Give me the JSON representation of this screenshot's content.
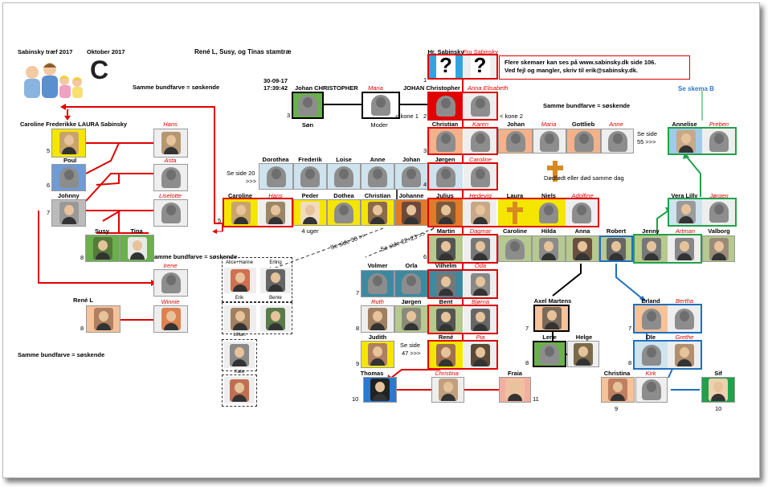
{
  "header": {
    "event": "Sabinsky træf 2017",
    "month": "Oktober 2017",
    "sheet_letter": "C",
    "title": "René L, Susy, og Tinas stamtræ",
    "timestamp_date": "30-09-17",
    "timestamp_time": "17:39:42",
    "see_schema": "Se skema B"
  },
  "info_box": {
    "line1": "Flere skemaer kan ses på www.sabinsky.dk side 106.",
    "line2": "Ved fejl og mangler, skriv til erik@sabinsky.dk."
  },
  "notes": {
    "same_color_1": "Samme bundfarve = søskende",
    "same_color_2": "Samme bundfarve = søskende",
    "same_color_3": "Samme bundfarve = søskende",
    "same_color_4": "Samme bundfarve = søskende",
    "stillborn": "Dødfødt eller død samme dag",
    "see_page_20": "Se side 20",
    "see_page_20_arrow": ">>>",
    "see_page_55": "Se side",
    "see_page_55b": "55 >>>",
    "see_page_30": "Se side 30 >>",
    "see_page_22": "Se side 22+23 >>",
    "see_page_47": "Se side",
    "see_page_47b": "47 >>>",
    "kone1": "< kone 1",
    "kone2": "< kone 2",
    "age_4_weeks": "4 uger"
  },
  "left_tree": {
    "caroline_title": "Caroline Frederikke LAURA Sabinsky",
    "hans": "Hans",
    "poul": "Poul",
    "asta": "Asta",
    "johnny": "Johnny",
    "liselotte": "Liselotte",
    "susy": "Susy",
    "tina": "Tina",
    "irene": "Irene",
    "rene_l": "René L",
    "winnie": "Winnie",
    "gen5": "5",
    "gen6": "6",
    "gen7": "7",
    "gen8a": "8",
    "gen8b": "8"
  },
  "top_people": {
    "hr_sabinsky": "Hr. Sabinsky",
    "fru_sabinsky": "Fru Sabinsky",
    "gen1": "1",
    "johan_christopher": "Johan CHRISTOPHER",
    "maria": "Maria",
    "johan_christopher_2": "JOHAN Christopher",
    "anna_elisabeth": "Anna Elisabeth",
    "gen2": "2",
    "gen3": "3",
    "son": "Søn",
    "moder": "Moder"
  },
  "row4": {
    "christian": "Christian",
    "karen": "Karen",
    "johan": "Johan",
    "maria": "Maria",
    "gottlieb": "Gottlieb",
    "anne": "Anne",
    "annelise": "Annelise",
    "preben": "Preben",
    "gen3": "3"
  },
  "row5": {
    "dorothea": "Dorothea",
    "frederik": "Frederik",
    "loise": "Loise",
    "anne": "Anne",
    "johan": "Johan",
    "jorgen": "Jørgen",
    "caroline": "Caroline",
    "gen4": "4"
  },
  "row6": {
    "caroline": "Caroline",
    "hans": "Hans",
    "peder": "Peder",
    "dothea": "Dothea",
    "christian": "Christian",
    "johanne": "Johanne",
    "julius": "Julius",
    "hedevig": "Hedevig",
    "laura": "Laura",
    "niels": "Niels",
    "adolfine": "Adolfine",
    "vera_lilly": "Vera Lilly",
    "jorgen": "Jørgen",
    "gen5": "5"
  },
  "row7": {
    "martin": "Martin",
    "dagmar": "Dagmar",
    "caroline": "Caroline",
    "hilda": "Hilda",
    "anna": "Anna",
    "robert": "Robert",
    "jenny": "Jenny",
    "artman": "Artman",
    "valborg": "Valborg",
    "gen6": "6"
  },
  "dashed_group": {
    "alice_hanne": "Alice+Hanne",
    "erling": "Erling",
    "erik": "Erik",
    "bente": "Bente",
    "lillian": "Lillian",
    "kate": "Kate"
  },
  "row8": {
    "volmer": "Volmer",
    "orla": "Orla",
    "vilhelm": "Vilhelm",
    "oda": "Oda",
    "axel_martens": "Axel Martens",
    "erland": "Erland",
    "bertha": "Bertha",
    "gen7a": "7",
    "gen7b": "7",
    "gen7c": "7"
  },
  "row9": {
    "ruth": "Ruth",
    "jorgen": "Jørgen",
    "bent": "Bent",
    "bjorna": "Bjørna",
    "lene": "Lene",
    "helge": "Helge",
    "ole": "Ole",
    "grethe": "Grethe",
    "gen8a": "8",
    "gen8b": "8",
    "gen8c": "8"
  },
  "row10": {
    "judith": "Judith",
    "rene": "René",
    "pia": "Pia",
    "christina": "Christina",
    "kirk": "Kirk",
    "sif": "Sif",
    "gen9a": "9",
    "gen9b": "9"
  },
  "row11": {
    "thomas": "Thomas",
    "christina": "Christina",
    "fraia": "Fraia",
    "gen10a": "10",
    "gen11": "11",
    "gen10b": "10"
  },
  "colors": {
    "red_border": "#e00000",
    "blue_border": "#1f6fc0",
    "green_border": "#22a04a",
    "black_border": "#000000",
    "yellow_bg": "#f5e600",
    "lightblue_bg": "#cfe3ee",
    "peach_bg": "#f5c29a",
    "orange_bg": "#e07a2c",
    "green_bg": "#6ab04c",
    "teal_bg": "#3d8aa0",
    "olive_bg": "#b6c98f",
    "gray_bg": "#dcdcdc",
    "blue_bg": "#6f9bd6",
    "sky_bg": "#9ecbe8",
    "pink_bg": "#f0b0a0"
  }
}
